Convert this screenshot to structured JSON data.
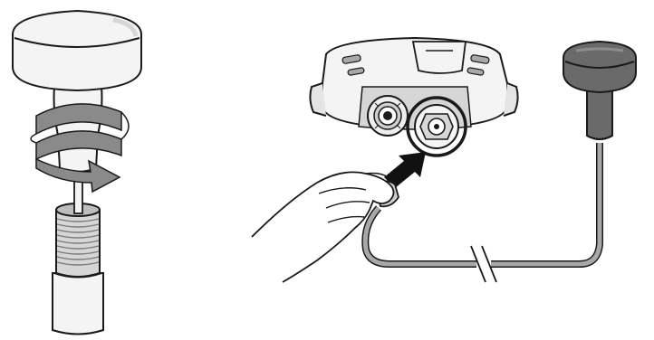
{
  "figure": {
    "panels": [
      {
        "id": "antenna-mount",
        "icon": "antenna-screw-mount-illustration"
      },
      {
        "id": "cable-connection",
        "icon": "receiver-cable-connection-illustration"
      }
    ],
    "icons": [
      "rotation-arrow-icon",
      "push-arrow-icon",
      "cable-break-icon"
    ],
    "colors": {
      "outline": "#1a1a1a",
      "body_white": "#f4f4f4",
      "shade_light": "#d6d6d6",
      "shade_mid": "#a8a8a8",
      "arrow_gray": "#8a8a8a",
      "cap_dark": "#6a6a6a",
      "arrow_black": "#111111"
    }
  }
}
